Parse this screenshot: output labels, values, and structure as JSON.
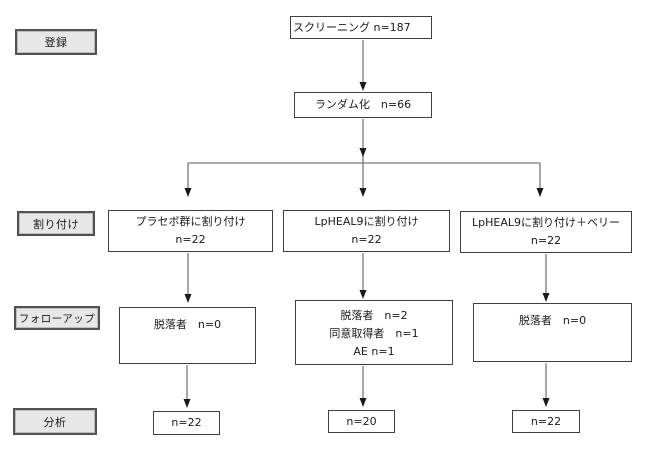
{
  "colors": {
    "background": "#ffffff",
    "box_fill": "#ffffff",
    "box_border": "#3f3f3f",
    "label_fill": "#e7e7e7",
    "label_border": "#525252",
    "arrow_line": "#7a7a7a",
    "arrow_head": "#1a1a1a",
    "text": "#1a1a1a"
  },
  "stages": [
    {
      "label": "登録"
    },
    {
      "label": "割り付け"
    },
    {
      "label": "フォローアップ"
    },
    {
      "label": "分析"
    }
  ],
  "nodes": {
    "screening": {
      "lines": [
        "スクリーニング n=187"
      ]
    },
    "randomization": {
      "lines": [
        "ランダム化　n=66"
      ]
    },
    "alloc_placebo": {
      "lines": [
        "プラセボ群に割り付け",
        "n=22"
      ]
    },
    "alloc_lpheal9": {
      "lines": [
        "LpHEAL9に割り付け",
        "n=22"
      ]
    },
    "alloc_berry": {
      "lines": [
        "LpHEAL9に割り付け＋ベリー",
        "n=22"
      ]
    },
    "fu_placebo": {
      "lines": [
        "脱落者　n=0"
      ]
    },
    "fu_lpheal9": {
      "lines": [
        "脱落者　n=2",
        "同意取得者　n=1",
        "AE n=1"
      ]
    },
    "fu_berry": {
      "lines": [
        "脱落者　n=0"
      ]
    },
    "an_placebo": {
      "lines": [
        "n=22"
      ]
    },
    "an_lpheal9": {
      "lines": [
        "n=20"
      ]
    },
    "an_berry": {
      "lines": [
        "n=22"
      ]
    }
  }
}
